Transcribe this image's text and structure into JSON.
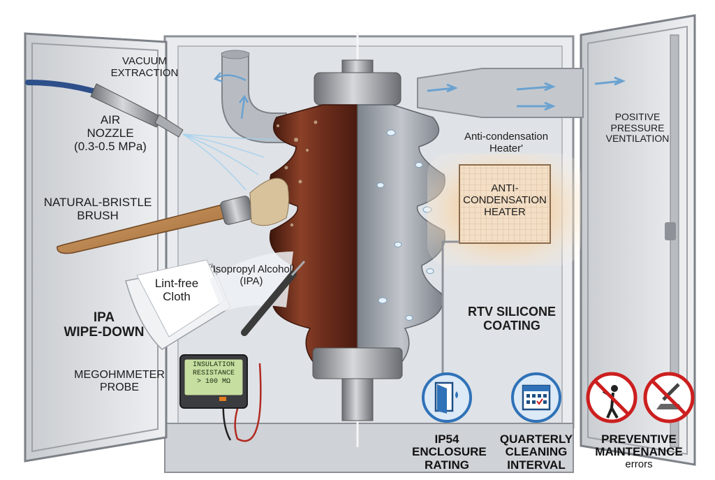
{
  "labels": {
    "vacuum": [
      "VACUUM",
      "EXTRACTION"
    ],
    "air_nozzle": [
      "AIR",
      "NOZZLE",
      "(0.3-0.5 MPa)"
    ],
    "brush": [
      "NATURAL-BRISTLE",
      "BRUSH"
    ],
    "cloth": [
      "Lint-free",
      "Cloth"
    ],
    "alcohol": [
      "'Isopropyl Alcohol",
      "(IPA)"
    ],
    "ipa_wipe": [
      "IPA",
      "WIPE-DOWN"
    ],
    "megohmmeter": [
      "MEGOHMMETER",
      "PROBE"
    ],
    "meter_display": [
      "INSULATION",
      "RESISTANCE",
      "> 100 MΩ"
    ],
    "heater_caption": [
      "Anti-condensation",
      "Heater'"
    ],
    "heater_panel": [
      "ANTI-",
      "CONDENSATION",
      "HEATER"
    ],
    "rtv": [
      "RTV SILICONE",
      "COATING"
    ],
    "ventilation": [
      "POSITIVE",
      "PRESSURE",
      "VENTILATION"
    ]
  },
  "badges": [
    {
      "icon": "enclosure-door-icon",
      "lines": [
        "IP54",
        "ENCLOSURE",
        "RATING"
      ]
    },
    {
      "icon": "calendar-icon",
      "lines": [
        "QUARTERLY",
        "CLEANING",
        "INTERVAL"
      ]
    },
    {
      "icon": "prohibited-spray-icon",
      "lines": [
        "PREVENTIVE",
        "MAINTENANCE"
      ],
      "sub": "errors"
    },
    {
      "icon": "prohibited-scraper-icon"
    }
  ],
  "colors": {
    "porcelain_brown": "#6e2e1c",
    "silicone_grey": "#9ea3aa",
    "badge_blue": "#2f72b8",
    "prohibit_red": "#cc1f1f",
    "heater_glow": "#f39a3a"
  }
}
